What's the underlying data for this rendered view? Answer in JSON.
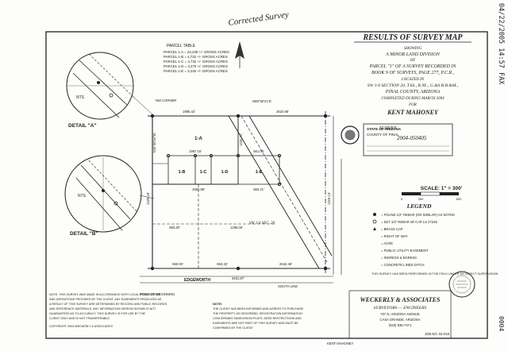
{
  "fax_stamp": "04/22/2005 14:57 FAX",
  "page_number": "0004",
  "handwritten_note": "Corrected Survey",
  "title_block": {
    "title": "RESULTS OF SURVEY MAP",
    "line1": "SHOWING",
    "line2": "A MINOR LAND DIVISION",
    "line3": "OF",
    "line4": "PARCEL \"1\" OF A SURVEY RECORDED IN",
    "line5": "BOOK 9 OF SURVEYS, PAGE 277, P.C.R.,",
    "line6": "LOCATED IN",
    "line7": "SW 1/4 SECTION 20, T.6S., R.9E., G.&S.R.B.&M.,",
    "line8": "PINAL COUNTY, ARIZONA",
    "line9": "COMPLETED DURING MARCH 2004",
    "line10": "FOR",
    "client": "KENT MAHONEY"
  },
  "parcel_table": {
    "title": "PARCEL TABLE",
    "rows": [
      "PARCEL 1-A  =  24,229 +/- GROSS ACRES",
      "PARCEL 1-B  =  4,732 +/- GROSS ACRES",
      "PARCEL 1-C  =  4,732 +/- GROSS ACRES",
      "PARCEL 1-D  =  3,270 +/- GROSS ACRES",
      "PARCEL 1-E  =  3,245 +/- GROSS ACRES"
    ]
  },
  "details": {
    "a_label": "DETAIL \"A\"",
    "b_label": "DETAIL \"B\"",
    "nts": "NTS"
  },
  "stamp": {
    "heading": "STATE OF ARIZONA",
    "line2": "COUNTY OF PINAL",
    "fee_number": "2004-050405",
    "handwritten": "SURVEY"
  },
  "scale": {
    "label": "SCALE: 1\" = 300'",
    "ticks": [
      "0",
      "300",
      "600"
    ]
  },
  "legend": {
    "title": "LEGEND",
    "items": [
      "= FOUND 1/2\" REBAR (OR SIMILAR) AS NOTED",
      "= SET 1/2\" REBAR W/ CAP LS 27245",
      "= BRASS CAP",
      "= RIGHT OF WAY",
      "= ACRE",
      "= PUBLIC UTILITY EASEMENT",
      "= INGRESS & EGRESS",
      "= CONCRETE LINED DITCH"
    ]
  },
  "cert_text": "THIS SURVEY HAS BEEN PERFORMED IN THE FIELD UNDER MY DIRECT SUPERVISION.",
  "road_label": "EDGEWORTH",
  "firm": {
    "name": "WECKERLY & ASSOCIATES",
    "tagline": "SURVEYORS — ENGINEERS",
    "address": "707 N. ARIZONA AVENUE",
    "city": "CASA GRANDE, ARIZONA",
    "phone": "(520) 836-7471",
    "job_no": "JOB NO. 04-018",
    "surveyor": "KENT MAHONEY"
  },
  "notes_left": [
    "NOTE: THIS SURVEY WAS MADE IN ACCORDANCE WITH LOCAL REGULATIONS",
    "AND DEFINITIONS PROVIDED BY THE CLIENT. ANY EASEMENTS PRODUCED AS",
    "A RESULT OF THIS SURVEY ARE DETERMINED BY RECORD AND PUBLIC RECORDS",
    "AND REFERENCE MATERIALS. ANY INFORMATION HEREON SHOWN IS NOT",
    "GUARANTEED AS TO ACCURACY. THIS SURVEY IS FOR USE BY THE",
    "CLIENT ONLY AND IS NOT TRANSFERABLE.",
    "COPYRIGHT 2004     WECKERLY & ASSOCIATES"
  ],
  "notes_mid": [
    "NOTE:",
    "THE CLIENT HAS BEEN INFORMED AND AGREES TO PURCHASE",
    "THE PROPERTY AS DESCRIBED. REGISTRATION INFORMATION",
    "CONCERNING SUBDIVISION PLATS, DEED RESTRICTIONS AND",
    "EASEMENTS ARE NOT PART OF THIS SURVEY AND MUST BE",
    "CONFIRMED BY THE CLIENT."
  ],
  "parcels": [
    "1-A",
    "1-B",
    "1-C",
    "1-D",
    "1-E"
  ],
  "dims": [
    "1985.42'",
    "N89°50'21\"E",
    "2624.95'",
    "2631.87'",
    "1987.15'",
    "1981.88'",
    "561.00'",
    "660.21'",
    "1325.18'",
    "683.30'",
    "1320.71'",
    "1298.05'",
    "1319.13'",
    "660.00'",
    "662.33'",
    "2642.49'",
    "N00°08'34\"W",
    "SW 1/4 SEC. 20",
    "NW CORNER",
    "POINT OF BEGINNING",
    "SOUTH LINE"
  ]
}
